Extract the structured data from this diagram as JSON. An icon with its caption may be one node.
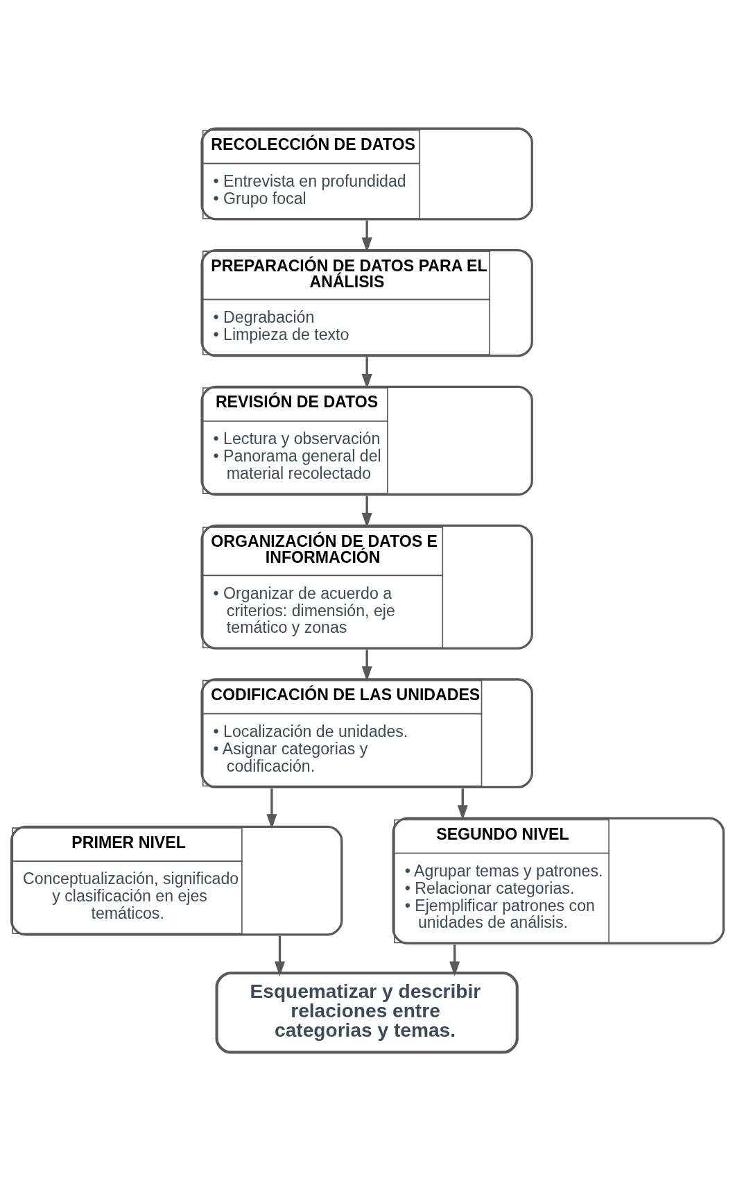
{
  "diagram": {
    "nodes": [
      {
        "text": [
          "RECOLECCIÓN DE DATOS",
          "• Entrevista en profundidad",
          "• Grupo focal"
        ]
      },
      {
        "text": [
          "PREPARACIÓN DE DATOS PARA EL ANÁLISIS",
          "• Degrabación",
          "• Limpieza de texto"
        ]
      },
      {
        "text": [
          "REVISIÓN DE DATOS",
          "• Lectura y observación",
          "• Panorama general del material recolectado"
        ]
      },
      {
        "text": [
          "ORGANIZACIÓN DE DATOS E INFORMACIÓN",
          "• Organizar de acuerdo a criterios: dimensión, eje temático y zonas"
        ]
      },
      {
        "text": [
          "CODIFICACIÓN DE LAS UNIDADES",
          "• Localización de unidades.",
          "• Asignar categorias y codificación."
        ]
      },
      {
        "text": [
          "PRIMER NIVEL",
          "Conceptualización, significado y clasificación en ejes temáticos."
        ]
      },
      {
        "text": [
          "SEGUNDO NIVEL",
          "• Agrupar temas y patrones.",
          "• Relacionar categorias.",
          "• Ejemplificar patrones con unidades de análisis."
        ]
      },
      {
        "text": [
          "Esquematizar y describir relaciones entre categorias y temas."
        ]
      }
    ],
    "edges": [
      {
        "from": 0,
        "to": 1,
        "arrow": "to"
      },
      {
        "from": 1,
        "to": 2,
        "arrow": "to"
      },
      {
        "from": 2,
        "to": 3,
        "arrow": "to"
      },
      {
        "from": 3,
        "to": 4,
        "arrow": "to"
      },
      {
        "from": 4,
        "to": 5,
        "arrow": "to"
      },
      {
        "from": 4,
        "to": 6,
        "arrow": "to"
      },
      {
        "from": 5,
        "to": 7,
        "arrow": "to"
      },
      {
        "from": 6,
        "to": 7,
        "arrow": "to"
      }
    ]
  }
}
